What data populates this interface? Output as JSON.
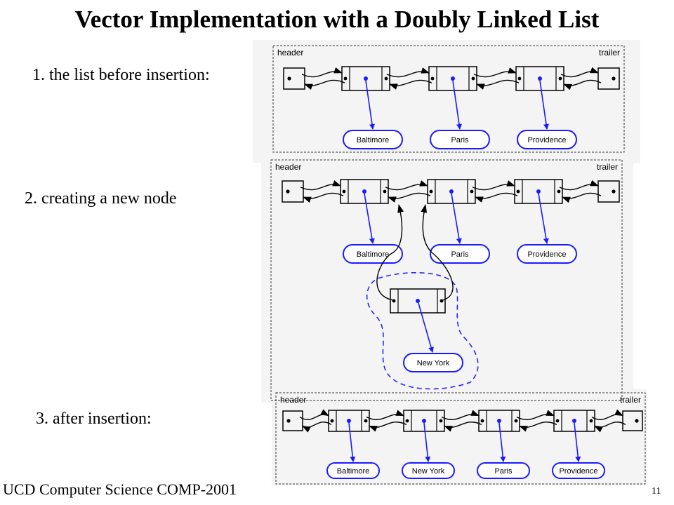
{
  "title": "Vector Implementation with a Doubly Linked List",
  "captions": {
    "step1": "1. the list before insertion:",
    "step2": "2.  creating a new node",
    "step3": "3. after insertion:"
  },
  "footer": "UCD Computer Science COMP-2001",
  "page_number": "11",
  "diagram_labels": {
    "header": "header",
    "trailer": "trailer"
  },
  "panels": [
    {
      "nodes": [
        "Baltimore",
        "Paris",
        "Providence"
      ]
    },
    {
      "nodes": [
        "Baltimore",
        "Paris",
        "Providence"
      ],
      "new_node": "New York"
    },
    {
      "nodes": [
        "Baltimore",
        "New York",
        "Paris",
        "Providence"
      ]
    }
  ]
}
